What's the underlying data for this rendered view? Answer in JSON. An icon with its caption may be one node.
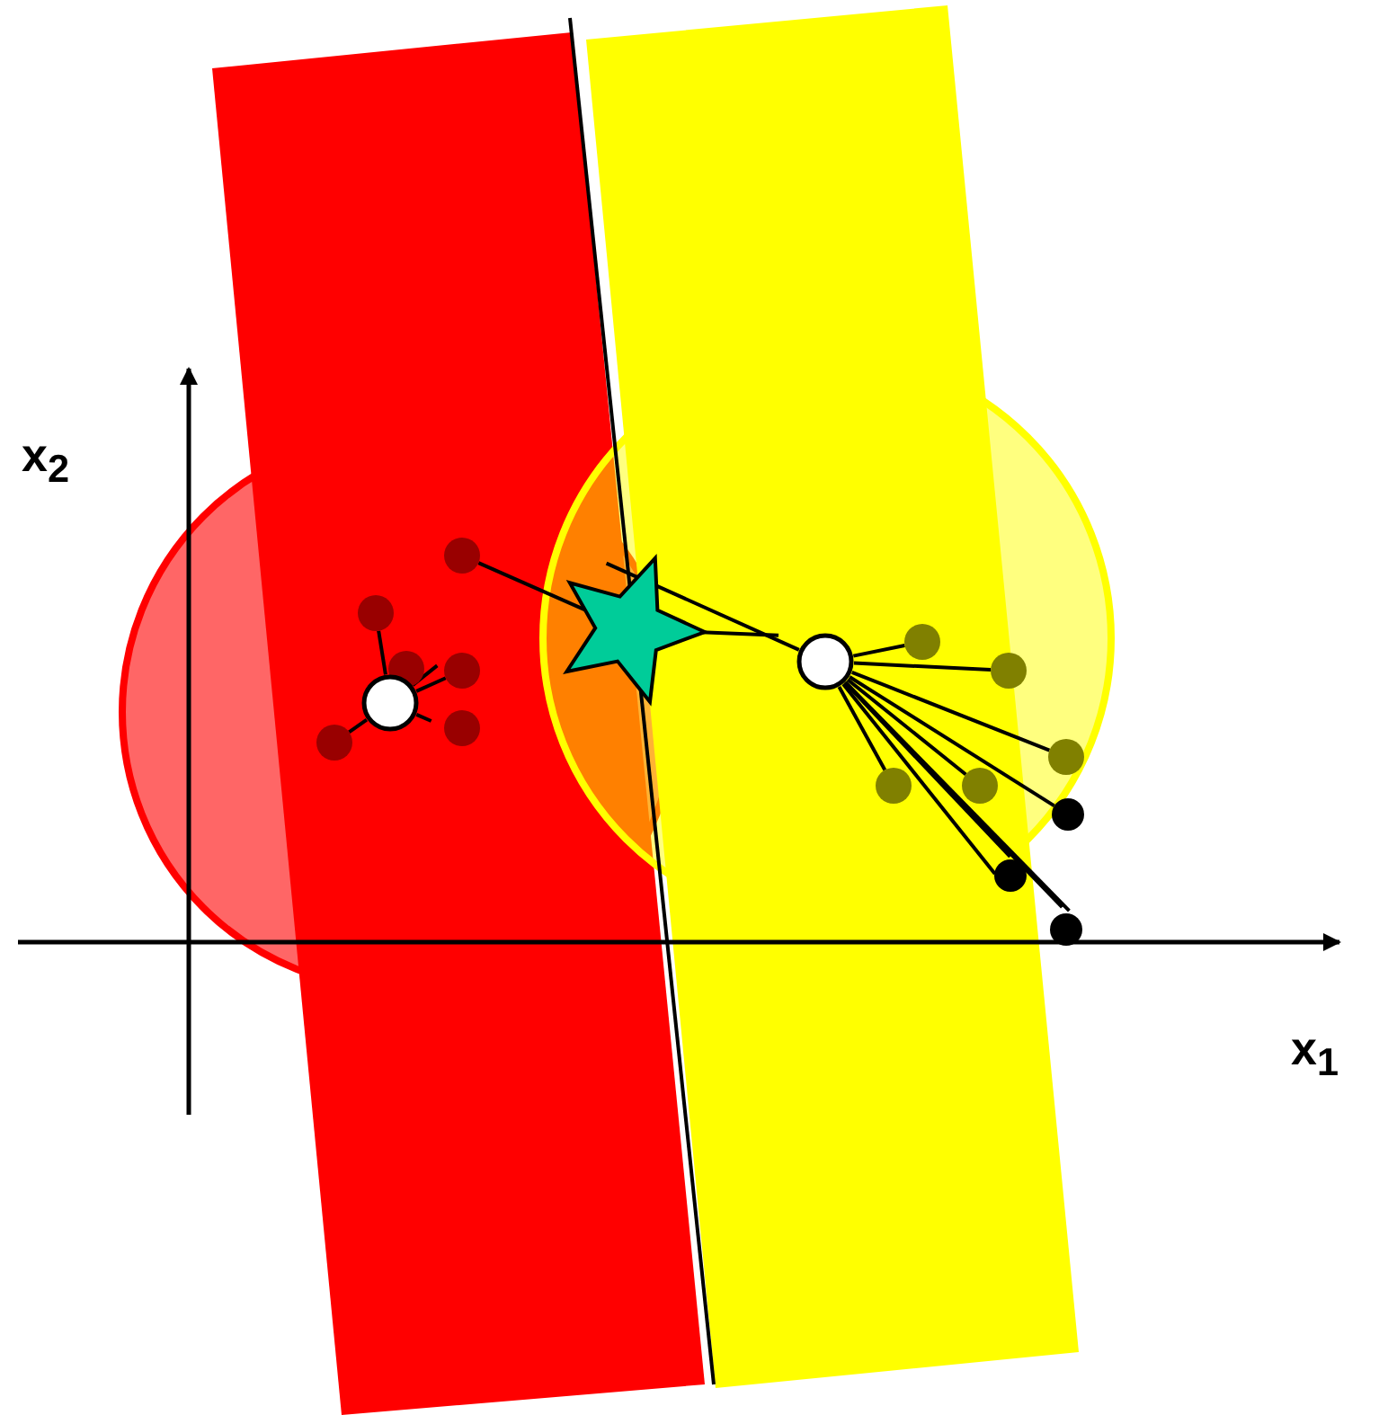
{
  "diagram": {
    "nodes": [
      {
        "text": [],
        "shape": "circle"
      },
      {
        "text": [],
        "shape": "circle"
      },
      {
        "text": [],
        "shape": "star"
      },
      {
        "text": [],
        "shape": "circle"
      },
      {
        "text": [],
        "shape": "circle"
      },
      {
        "text": [],
        "shape": "circle"
      },
      {
        "text": [],
        "shape": "circle"
      },
      {
        "text": [],
        "shape": "circle"
      },
      {
        "text": [],
        "shape": "circle"
      },
      {
        "text": [],
        "shape": "circle"
      },
      {
        "text": [],
        "shape": "circle"
      },
      {
        "text": [],
        "shape": "circle"
      },
      {
        "text": [],
        "shape": "circle"
      },
      {
        "text": [],
        "shape": "circle"
      },
      {
        "text": [],
        "shape": "circle"
      },
      {
        "text": [],
        "shape": "circle"
      },
      {
        "text": [],
        "shape": "circle"
      }
    ],
    "edges": [
      {
        "from": 0,
        "to": 2,
        "arrow": "none"
      },
      {
        "from": 2,
        "to": 4,
        "arrow": "none"
      },
      {
        "from": 2,
        "to": 4,
        "arrow": "none"
      },
      {
        "from": 4,
        "to": 3,
        "arrow": "none"
      },
      {
        "from": 4,
        "to": 7,
        "arrow": "none"
      },
      {
        "from": 4,
        "to": 11,
        "arrow": "none"
      },
      {
        "from": 4,
        "to": 12,
        "arrow": "none"
      },
      {
        "from": 4,
        "to": 13,
        "arrow": "none"
      },
      {
        "from": 4,
        "to": 14,
        "arrow": "none"
      },
      {
        "from": 4,
        "to": 15,
        "arrow": "none"
      },
      {
        "from": 4,
        "to": 15,
        "arrow": "none"
      },
      {
        "from": 4,
        "to": 16,
        "arrow": "none"
      },
      {
        "from": 4,
        "to": 16,
        "arrow": "none"
      },
      {
        "from": 8,
        "to": 1,
        "arrow": "none"
      },
      {
        "from": 8,
        "to": 9,
        "arrow": "none"
      },
      {
        "from": 8,
        "to": 6,
        "arrow": "none"
      },
      {
        "from": 8,
        "to": 6,
        "arrow": "none"
      },
      {
        "from": 8,
        "to": 10,
        "arrow": "none"
      }
    ],
    "labels": [
      "x$_{2}$",
      "x$_{1}$"
    ]
  }
}
